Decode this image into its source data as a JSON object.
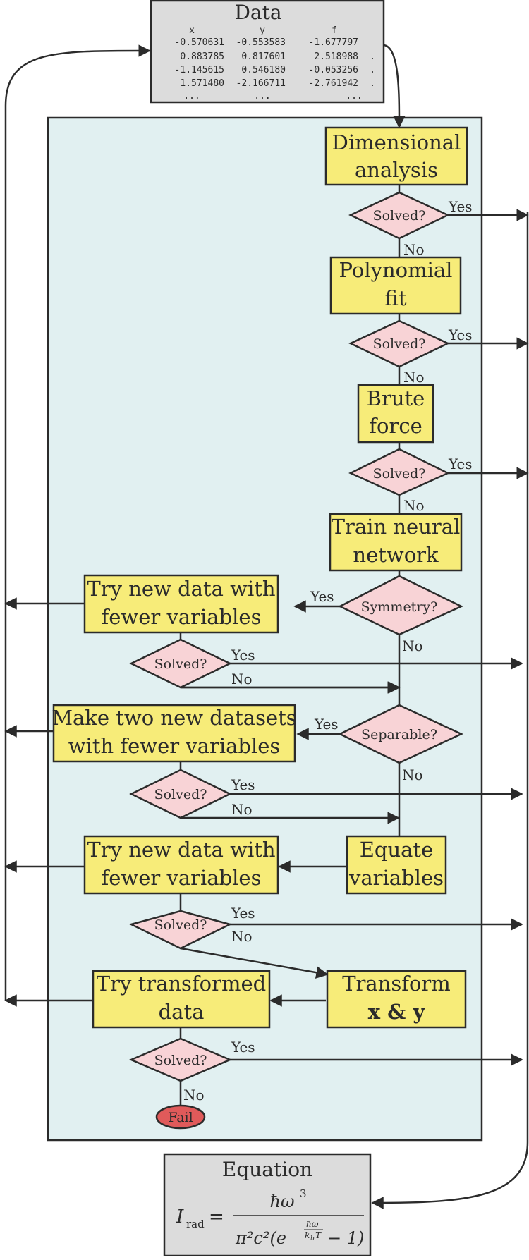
{
  "data_box": {
    "title": "Data",
    "headers": [
      "x",
      "y",
      "f"
    ],
    "rows": [
      [
        "-0.570631",
        "-0.553583",
        "-1.677797"
      ],
      [
        "0.883785",
        "0.817601",
        "2.518988",
        "."
      ],
      [
        "-1.145615",
        "0.546180",
        "-0.053256",
        "."
      ],
      [
        "1.571480",
        "-2.166711",
        "-2.761942",
        "."
      ],
      [
        "...",
        "...",
        "..."
      ]
    ]
  },
  "steps": {
    "dimensional_analysis": [
      "Dimensional",
      "analysis"
    ],
    "polynomial_fit": [
      "Polynomial",
      "fit"
    ],
    "brute_force": [
      "Brute",
      "force"
    ],
    "train_neural_network": [
      "Train neural",
      "network"
    ],
    "try_new_data_1": [
      "Try new data with",
      "fewer variables"
    ],
    "make_two_datasets": [
      "Make two new datasets",
      "with fewer variables"
    ],
    "try_new_data_2": [
      "Try new data with",
      "fewer variables"
    ],
    "equate_variables": [
      "Equate",
      "variables"
    ],
    "try_transformed": [
      "Try transformed",
      "data"
    ],
    "transform_xy": [
      "Transform",
      "x & y"
    ]
  },
  "decisions": {
    "solved": "Solved?",
    "symmetry": "Symmetry?",
    "separable": "Separable?"
  },
  "labels": {
    "yes": "Yes",
    "no": "No"
  },
  "terminal": {
    "fail": "Fail"
  },
  "equation_box": {
    "title": "Equation",
    "lhs": "I",
    "lhs_sub": "rad",
    "equals": "=",
    "numerator": "ħω",
    "numerator_exp": "3",
    "denominator": "π²c²(e",
    "denominator_exp_num": "ħω",
    "denominator_exp_den": "k",
    "denominator_exp_den_sub": "b",
    "denominator_exp_den_var": "T",
    "denominator_tail": "− 1)"
  },
  "colors": {
    "panel_fill": "#e1f0f1",
    "step_fill": "#f7ec79",
    "decision_fill": "#f8d3d6",
    "fail_fill": "#e05a5a",
    "box_fill": "#dcdcdc",
    "stroke": "#2b2b2b"
  }
}
